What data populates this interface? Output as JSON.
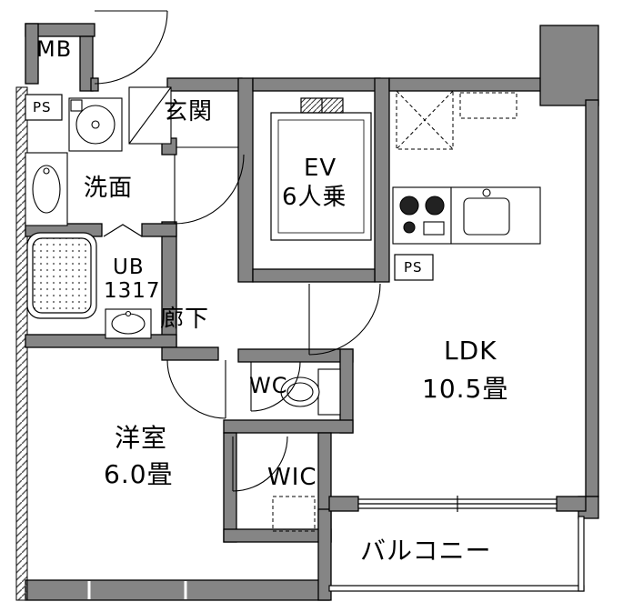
{
  "floorplan": {
    "title": "apartment-floor-plan",
    "colors": {
      "wall": "#858585",
      "line": "#000000",
      "bg": "#ffffff"
    },
    "rooms": {
      "mb": {
        "label": "MB"
      },
      "ps_left": {
        "label": "PS"
      },
      "genkan": {
        "label": "玄関"
      },
      "senmen": {
        "label": "洗面"
      },
      "unit_bath": {
        "label": "UB",
        "size": "1317"
      },
      "rouka": {
        "label": "廊下"
      },
      "elevator": {
        "label": "EV",
        "capacity": "6人乗"
      },
      "ps_right": {
        "label": "PS"
      },
      "ldk": {
        "label": "LDK",
        "size": "10.5畳"
      },
      "wc": {
        "label": "WC"
      },
      "youshitsu": {
        "label": "洋室",
        "size": "6.0畳"
      },
      "wic": {
        "label": "WIC"
      },
      "balcony": {
        "label": "バルコニー"
      }
    }
  }
}
